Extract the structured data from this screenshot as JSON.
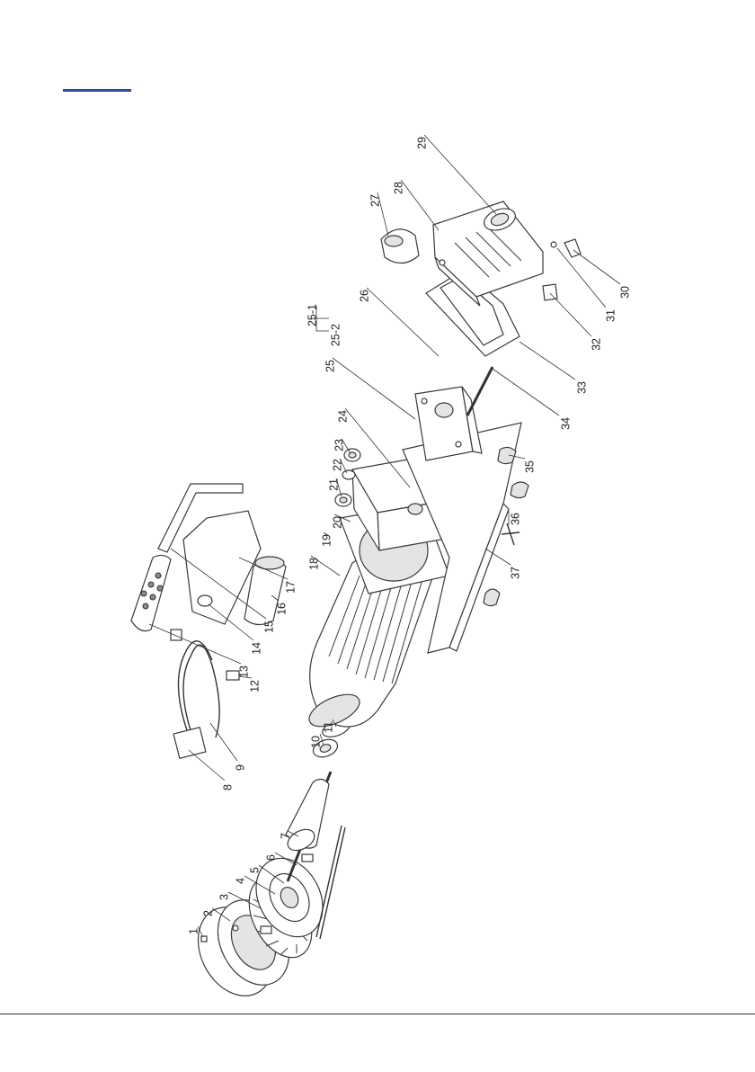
{
  "colors": {
    "accent": "#2b4d9a",
    "line": "#333333",
    "part_fill": "#ffffff"
  },
  "diagram": {
    "callouts": [
      {
        "id": "1",
        "label": "1"
      },
      {
        "id": "2",
        "label": "2"
      },
      {
        "id": "3",
        "label": "3"
      },
      {
        "id": "4",
        "label": "4"
      },
      {
        "id": "5",
        "label": "5"
      },
      {
        "id": "6",
        "label": "6"
      },
      {
        "id": "7",
        "label": "7"
      },
      {
        "id": "8",
        "label": "8"
      },
      {
        "id": "9",
        "label": "9"
      },
      {
        "id": "10",
        "label": "10"
      },
      {
        "id": "11",
        "label": "11"
      },
      {
        "id": "12",
        "label": "12"
      },
      {
        "id": "13",
        "label": "13"
      },
      {
        "id": "14",
        "label": "14"
      },
      {
        "id": "15",
        "label": "15"
      },
      {
        "id": "16",
        "label": "16"
      },
      {
        "id": "17",
        "label": "17"
      },
      {
        "id": "18",
        "label": "18"
      },
      {
        "id": "19",
        "label": "19"
      },
      {
        "id": "20",
        "label": "20"
      },
      {
        "id": "21",
        "label": "21"
      },
      {
        "id": "22",
        "label": "22"
      },
      {
        "id": "23",
        "label": "23"
      },
      {
        "id": "24",
        "label": "24"
      },
      {
        "id": "25",
        "label": "25"
      },
      {
        "id": "25-1",
        "label": "25-1"
      },
      {
        "id": "25-2",
        "label": "25-2"
      },
      {
        "id": "26",
        "label": "26"
      },
      {
        "id": "27",
        "label": "27"
      },
      {
        "id": "28",
        "label": "28"
      },
      {
        "id": "29",
        "label": "29"
      },
      {
        "id": "30",
        "label": "30"
      },
      {
        "id": "31",
        "label": "31"
      },
      {
        "id": "32",
        "label": "32"
      },
      {
        "id": "33",
        "label": "33"
      },
      {
        "id": "34",
        "label": "34"
      },
      {
        "id": "35",
        "label": "35"
      },
      {
        "id": "36",
        "label": "36"
      },
      {
        "id": "37",
        "label": "37"
      }
    ]
  }
}
